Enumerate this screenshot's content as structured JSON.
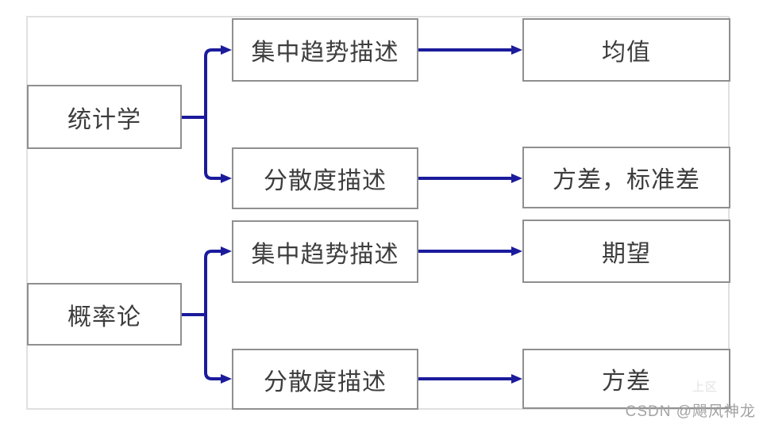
{
  "colors": {
    "connector": "#1b1b9c",
    "box-border": "#8f8f8f",
    "box-text": "#3d3d3d",
    "frame": "#e0e0e0",
    "watermark": "#a3a3a3",
    "watermark-ghost": "#e2e2e2"
  },
  "diagram": {
    "groups": [
      {
        "root": {
          "label": "统计学"
        },
        "branches": [
          {
            "mid": {
              "label": "集中趋势描述"
            },
            "leaf": {
              "label": "均值"
            }
          },
          {
            "mid": {
              "label": "分散度描述"
            },
            "leaf": {
              "label": "方差，标准差"
            }
          }
        ]
      },
      {
        "root": {
          "label": "概率论"
        },
        "branches": [
          {
            "mid": {
              "label": "集中趋势描述"
            },
            "leaf": {
              "label": "期望"
            }
          },
          {
            "mid": {
              "label": "分散度描述"
            },
            "leaf": {
              "label": "方差"
            }
          }
        ]
      }
    ]
  },
  "watermark": {
    "text": "CSDN @飓风神龙",
    "ghost": "上区"
  }
}
